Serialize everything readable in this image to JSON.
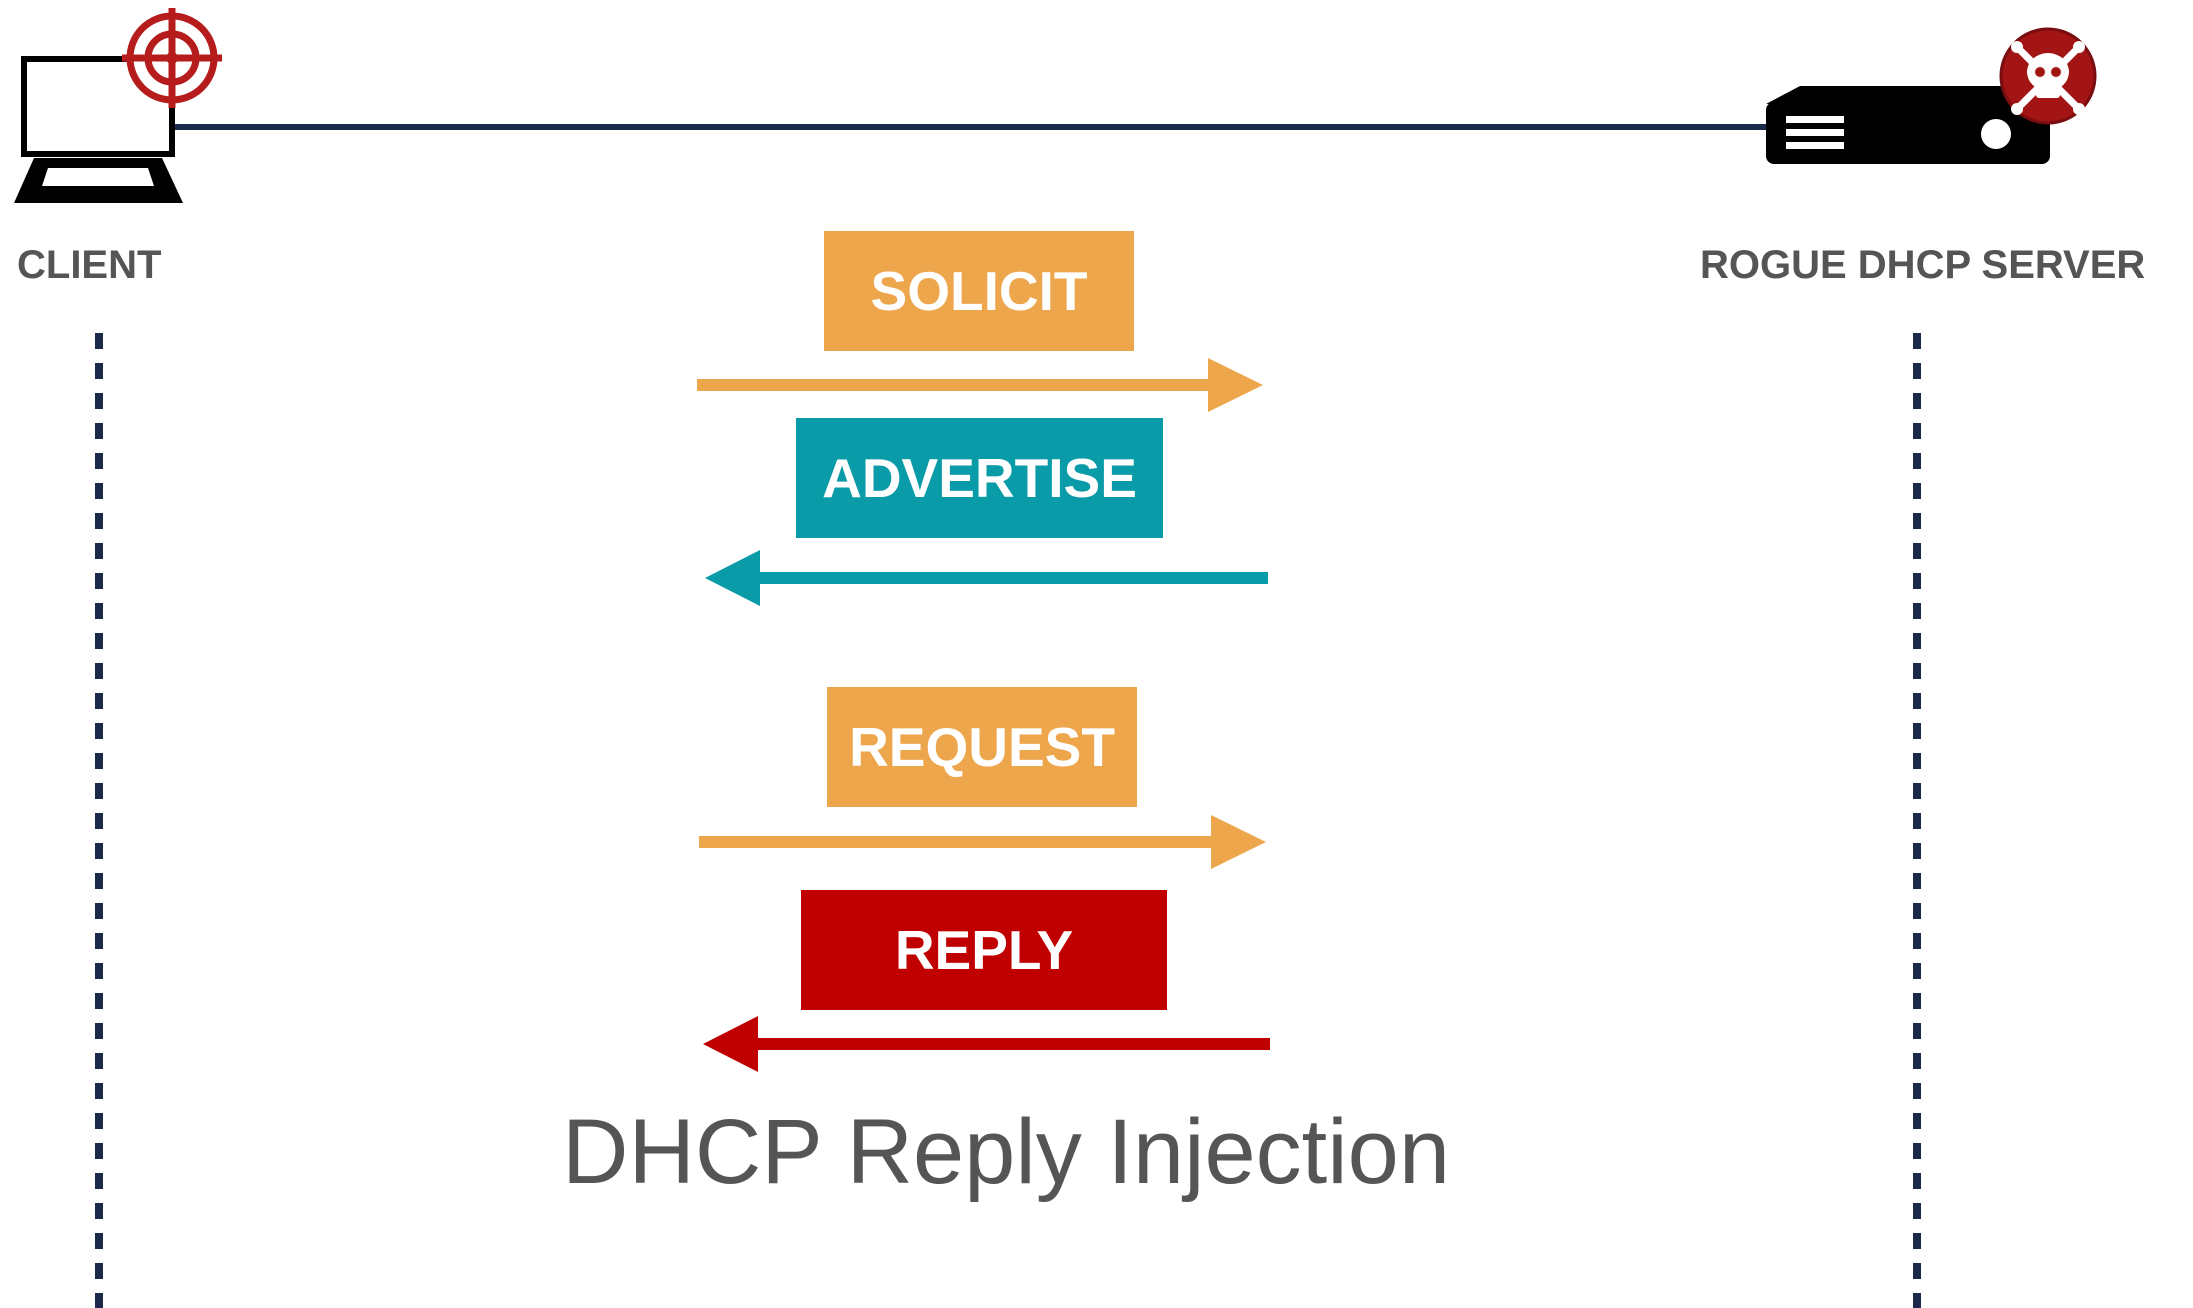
{
  "title": "DHCP Reply Injection",
  "client": {
    "label": "CLIENT",
    "icon": "laptop-icon",
    "marker_icon": "target-crosshair-icon"
  },
  "server": {
    "label": "ROGUE DHCP SERVER",
    "icon": "server-icon",
    "marker_icon": "skull-crossbones-icon"
  },
  "colors": {
    "link": "#1b2a4a",
    "lifeline": "#1b2a4a",
    "solicit": "#eea64c",
    "advertise": "#0a9ba8",
    "request": "#eea64c",
    "reply": "#c00000",
    "text": "#555555"
  },
  "messages": [
    {
      "label": "SOLICIT",
      "direction": "client-to-server",
      "color": "#eea64c"
    },
    {
      "label": "ADVERTISE",
      "direction": "server-to-client",
      "color": "#0a9ba8"
    },
    {
      "label": "REQUEST",
      "direction": "client-to-server",
      "color": "#eea64c"
    },
    {
      "label": "REPLY",
      "direction": "server-to-client",
      "color": "#c00000"
    }
  ]
}
